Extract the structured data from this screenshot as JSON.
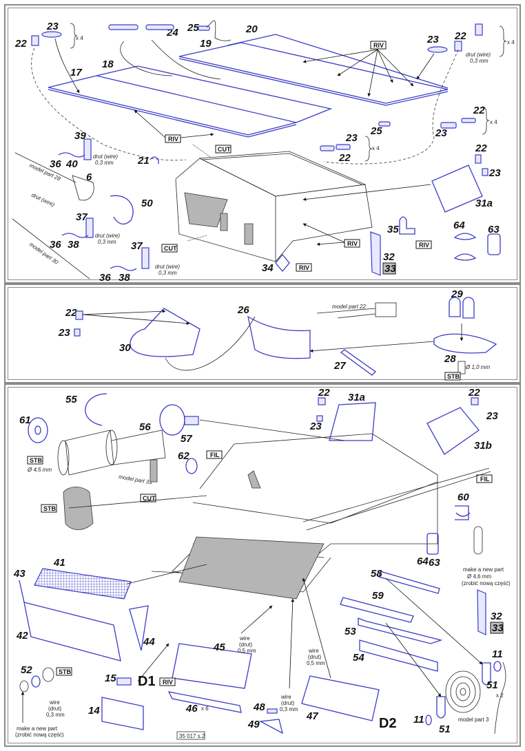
{
  "page_code": "35 017 s.2",
  "tags": {
    "riv": "RIV",
    "cut": "CUT",
    "stb": "STB",
    "fil": "FIL"
  },
  "wire_labels": {
    "drut_wire": "drut (wire)",
    "wire_03": "0,3 mm",
    "wire": "wire",
    "drut": "(drut)",
    "wire_05": "0,5 mm",
    "diameter_10": "Ø 1,0 mm",
    "diameter_45": "Ø 4,5 mm",
    "diameter_46": "Ø 4,6 mm",
    "times4": "x 4",
    "times6": "x 6",
    "times2": "x 2",
    "make_new_part": "make a new part",
    "make_new_part_pl": "(zrobić nową część)"
  },
  "model_parts": {
    "mp28": "model part 28",
    "mp30": "model part 30",
    "mp22": "model part 22",
    "mp33": "model part 33",
    "mp3": "model part 3"
  },
  "panel1": {
    "parts": [
      "22",
      "23",
      "17",
      "18",
      "24",
      "25",
      "19",
      "20",
      "23",
      "22",
      "22",
      "23",
      "25",
      "23",
      "22",
      "39",
      "40",
      "36",
      "6",
      "21",
      "50",
      "37",
      "36",
      "38",
      "37",
      "36",
      "38",
      "22",
      "23",
      "31a",
      "35",
      "64",
      "63",
      "32",
      "33",
      "34"
    ]
  },
  "panel2": {
    "parts": [
      "22",
      "23",
      "30",
      "26",
      "29",
      "28",
      "27"
    ]
  },
  "panel3": {
    "parts": [
      "61",
      "55",
      "56",
      "57",
      "62",
      "22",
      "31a",
      "23",
      "22",
      "23",
      "31b",
      "60",
      "64",
      "63",
      "41",
      "43",
      "42",
      "44",
      "52",
      "15",
      "14",
      "45",
      "46",
      "48",
      "49",
      "47",
      "58",
      "59",
      "53",
      "54",
      "32",
      "33",
      "11",
      "51",
      "11",
      "51"
    ],
    "assembly_marks": [
      "D1",
      "D2"
    ]
  }
}
